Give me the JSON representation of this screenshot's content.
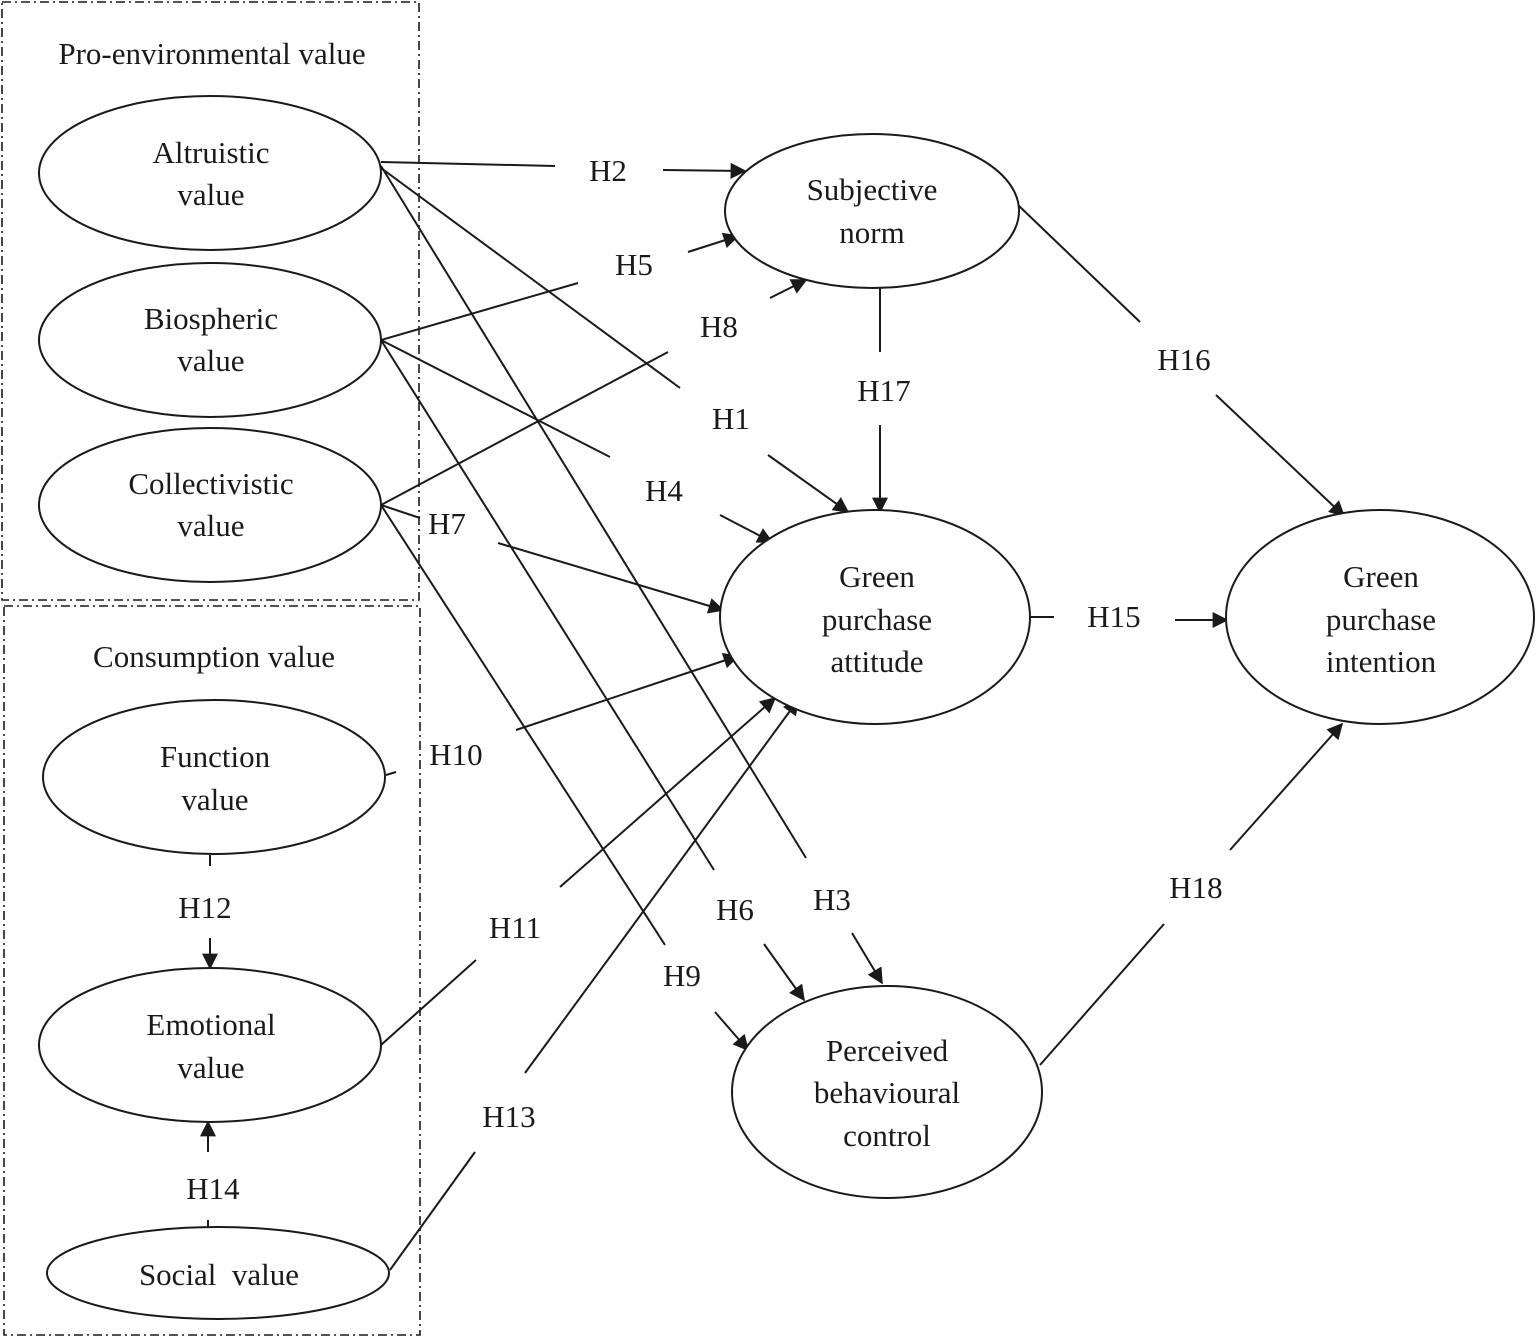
{
  "groups": {
    "pro_environmental": "Pro-environmental value",
    "consumption": "Consumption value"
  },
  "nodes": {
    "altruistic": [
      "Altruistic",
      "value"
    ],
    "biospheric": [
      "Biospheric",
      "value"
    ],
    "collectivistic": [
      "Collectivistic",
      "value"
    ],
    "function": [
      "Function",
      "value"
    ],
    "emotional": [
      "Emotional",
      "value"
    ],
    "social": [
      "Social  value"
    ],
    "subjective_norm": [
      "Subjective",
      "norm"
    ],
    "attitude": [
      "Green",
      "purchase",
      "attitude"
    ],
    "pbc": [
      "Perceived",
      "behavioural",
      "control"
    ],
    "intention": [
      "Green",
      "purchase",
      "intention"
    ]
  },
  "edges": {
    "h1": "H1",
    "h2": "H2",
    "h3": "H3",
    "h4": "H4",
    "h5": "H5",
    "h6": "H6",
    "h7": "H7",
    "h8": "H8",
    "h9": "H9",
    "h10": "H10",
    "h11": "H11",
    "h12": "H12",
    "h13": "H13",
    "h14": "H14",
    "h15": "H15",
    "h16": "H16",
    "h17": "H17",
    "h18": "H18"
  }
}
